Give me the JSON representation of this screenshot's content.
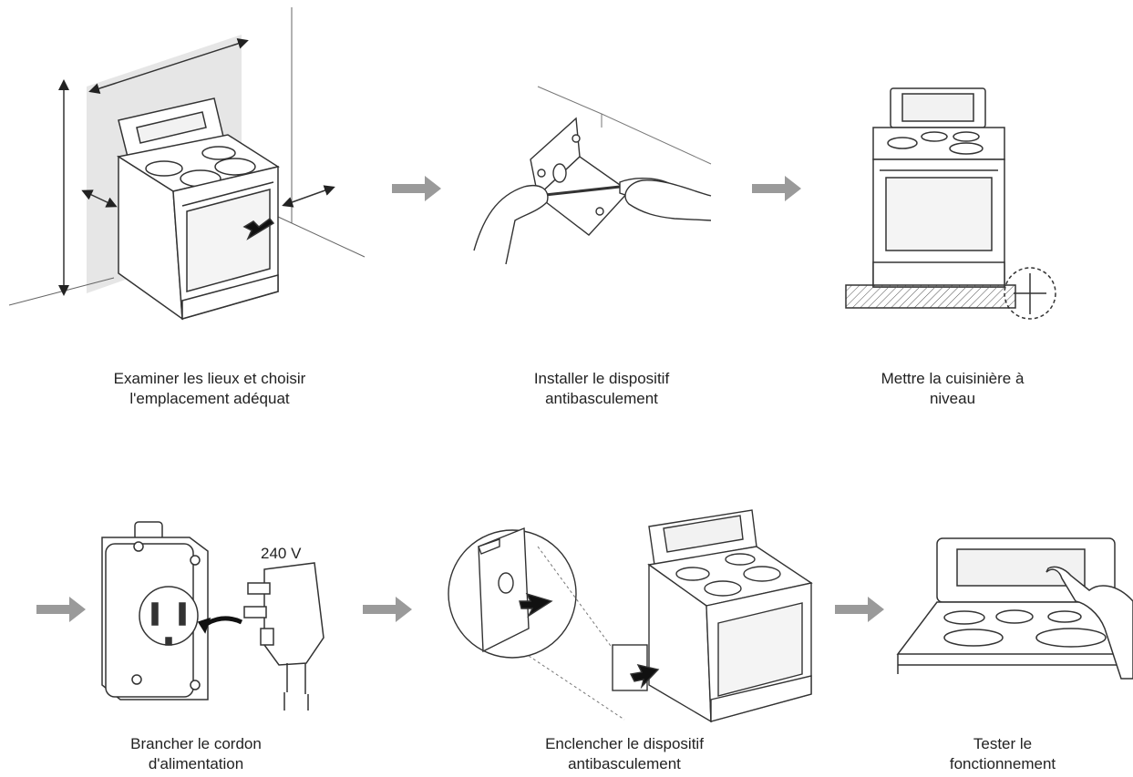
{
  "steps": [
    {
      "caption": "Examiner les lieux et choisir\nl'emplacement adéquat"
    },
    {
      "caption": "Installer le dispositif\nantibasculement"
    },
    {
      "caption": "Mettre la cuisinière à\nniveau"
    },
    {
      "caption": "Brancher le cordon\nd'alimentation"
    },
    {
      "caption": "Enclencher le dispositif\nantibasculement"
    },
    {
      "caption": "Tester le\nfonctionnement"
    }
  ],
  "voltage_label": "240 V",
  "colors": {
    "arrow": "#9a9a9a",
    "line": "#333333",
    "wall": "#e4e4e4"
  },
  "icons": [
    "flow-arrow-icon",
    "range-icon",
    "bracket-icon",
    "screwdriver-icon",
    "level-icon",
    "outlet-icon",
    "plug-icon",
    "hand-icon"
  ]
}
